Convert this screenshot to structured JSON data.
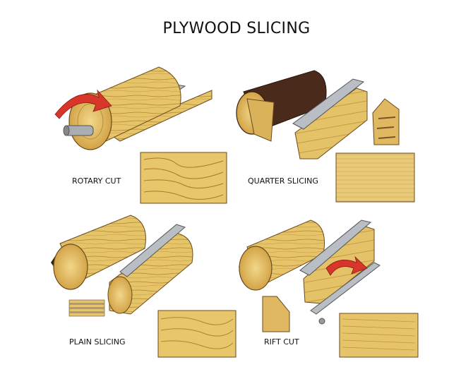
{
  "title": "PLYWOOD SLICING",
  "panels": {
    "rotary": {
      "label": "ROTARY CUT"
    },
    "quarter": {
      "label": "QUARTER SLICING"
    },
    "plain": {
      "label": "PLAIN SLICING"
    },
    "rift": {
      "label": "RIFT CUT"
    }
  },
  "colors": {
    "wood_light": "#e8c66a",
    "wood_mid": "#d4a54a",
    "wood_dark": "#b07a2a",
    "bark": "#4a2a1a",
    "arrow_red": "#d8362a",
    "blade_gray": "#b9bec4"
  }
}
